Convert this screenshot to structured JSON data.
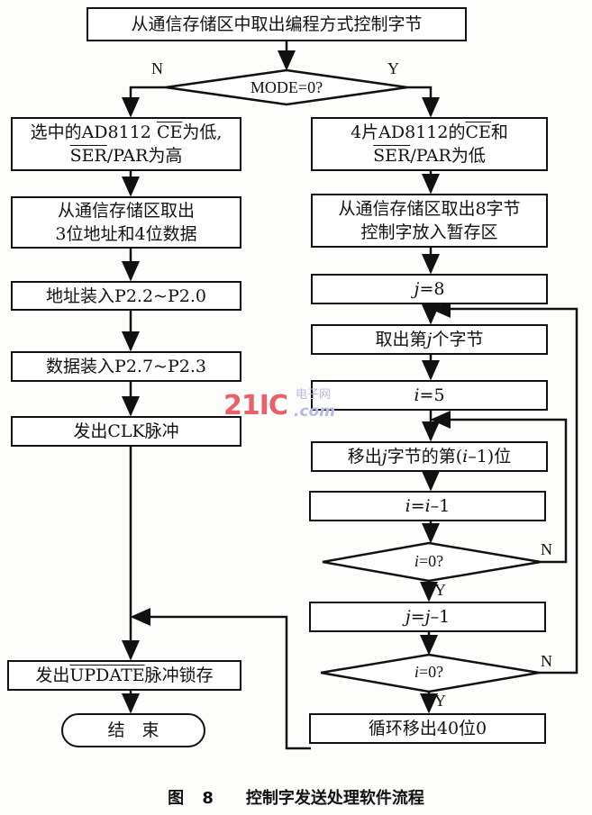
{
  "flowchart": {
    "start": "从通信存储区中取出编程方式控制字节",
    "decision_mode": "MODE=0?",
    "no": "N",
    "yes": "Y",
    "left": {
      "b1_pre": "选中的AD8112 ",
      "b1_ov": "CE",
      "b1_post": "为低,",
      "b1_l2_ov": "SER",
      "b1_l2_post": "/PAR为高",
      "b2_l1": "从通信存储区取出",
      "b2_l2": "3位地址和4位数据",
      "b3": "地址装入P2.2~P2.0",
      "b4": "数据装入P2.7~P2.3",
      "b5": "发出CLK脉冲",
      "b6_pre": "发出",
      "b6_ov": "UPDATE",
      "b6_post": "脉冲锁存",
      "end": "结　束"
    },
    "right": {
      "b1_pre": "4片AD8112的",
      "b1_ov": "CE",
      "b1_post": "和",
      "b1_l2_ov": "SER",
      "b1_l2_post": "/PAR为低",
      "b2_l1": "从通信存储区取出8字节",
      "b2_l2": "控制字放入暂存区",
      "b3_var": "j",
      "b3_rest": "=8",
      "b4_pre": "取出第",
      "b4_var": "j",
      "b4_post": "个字节",
      "b5_var": "i",
      "b5_rest": "=5",
      "b6_pre": "移出",
      "b6_var": "j",
      "b6_mid": "字节的第(",
      "b6_var2": "i",
      "b6_post": "–1)位",
      "b7_var": "i",
      "b7_mid": "=",
      "b7_var2": "i",
      "b7_post": "–1",
      "d2_var": "i",
      "d2_rest": "=0?",
      "b8_var": "j",
      "b8_mid": "=",
      "b8_var2": "j",
      "b8_post": "–1",
      "d3_var": "i",
      "d3_rest": "=0?",
      "b9": "循环移出40位0"
    }
  },
  "watermark": {
    "num": "21IC",
    "cn": "电子网",
    "com": ".com"
  },
  "caption": {
    "fig": "图 8",
    "title": "控制字发送处理软件流程"
  }
}
